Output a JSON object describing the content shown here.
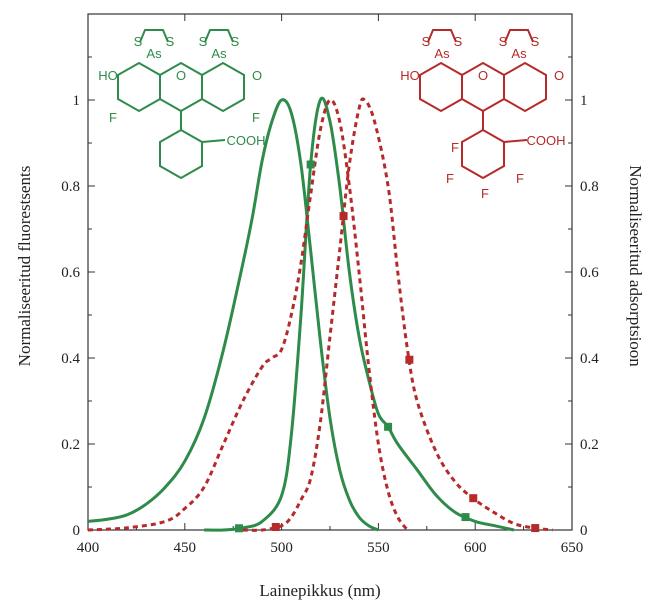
{
  "chart_data": {
    "type": "line",
    "title": "",
    "xlabel": "Lainepikkus (nm)",
    "ylabel_left": "Normaliseeritud fluorestsents",
    "ylabel_right": "Normaliseeritud adsorptsioon",
    "xlim": [
      400,
      650
    ],
    "ylim": [
      0,
      1.2
    ],
    "x_ticks": [
      400,
      450,
      500,
      550,
      600,
      650
    ],
    "y_ticks": [
      0,
      0.2,
      0.4,
      0.6,
      0.8,
      1
    ],
    "y_tick_labels": [
      "0",
      "0.2",
      "0.4",
      "0.6",
      "0.8",
      "1"
    ],
    "grid": false,
    "colors": {
      "green": "#2e8b4a",
      "red": "#b52a2a",
      "axis": "#333333"
    },
    "series": [
      {
        "style": "solid",
        "color": "green",
        "marker": "none",
        "points": [
          [
            400,
            0.02
          ],
          [
            410,
            0.025
          ],
          [
            420,
            0.035
          ],
          [
            430,
            0.06
          ],
          [
            440,
            0.1
          ],
          [
            450,
            0.16
          ],
          [
            460,
            0.26
          ],
          [
            470,
            0.42
          ],
          [
            480,
            0.62
          ],
          [
            485,
            0.73
          ],
          [
            490,
            0.86
          ],
          [
            495,
            0.95
          ],
          [
            500,
            1.0
          ],
          [
            505,
            0.97
          ],
          [
            510,
            0.85
          ],
          [
            515,
            0.65
          ],
          [
            520,
            0.44
          ],
          [
            525,
            0.26
          ],
          [
            530,
            0.14
          ],
          [
            535,
            0.07
          ],
          [
            540,
            0.03
          ],
          [
            545,
            0.01
          ],
          [
            550,
            0.0
          ]
        ]
      },
      {
        "style": "solid",
        "color": "green",
        "marker": "square",
        "points": [
          [
            460,
            0.0
          ],
          [
            470,
            0.0
          ],
          [
            480,
            0.005
          ],
          [
            490,
            0.02
          ],
          [
            500,
            0.08
          ],
          [
            505,
            0.22
          ],
          [
            510,
            0.5
          ],
          [
            515,
            0.85
          ],
          [
            520,
            1.0
          ],
          [
            525,
            0.95
          ],
          [
            530,
            0.8
          ],
          [
            535,
            0.6
          ],
          [
            540,
            0.45
          ],
          [
            545,
            0.35
          ],
          [
            550,
            0.27
          ],
          [
            555,
            0.24
          ],
          [
            560,
            0.2
          ],
          [
            570,
            0.14
          ],
          [
            580,
            0.08
          ],
          [
            590,
            0.04
          ],
          [
            600,
            0.02
          ],
          [
            610,
            0.01
          ],
          [
            620,
            0.0
          ]
        ],
        "marker_x": [
          478,
          515,
          555,
          595
        ]
      },
      {
        "style": "dashed",
        "color": "red",
        "marker": "none",
        "points": [
          [
            400,
            0.0
          ],
          [
            420,
            0.005
          ],
          [
            440,
            0.02
          ],
          [
            450,
            0.05
          ],
          [
            460,
            0.1
          ],
          [
            470,
            0.2
          ],
          [
            480,
            0.3
          ],
          [
            490,
            0.38
          ],
          [
            495,
            0.4
          ],
          [
            500,
            0.42
          ],
          [
            505,
            0.5
          ],
          [
            510,
            0.62
          ],
          [
            515,
            0.78
          ],
          [
            520,
            0.93
          ],
          [
            525,
            1.0
          ],
          [
            530,
            0.95
          ],
          [
            535,
            0.8
          ],
          [
            540,
            0.6
          ],
          [
            545,
            0.38
          ],
          [
            550,
            0.2
          ],
          [
            555,
            0.09
          ],
          [
            560,
            0.03
          ],
          [
            565,
            0.0
          ]
        ]
      },
      {
        "style": "dashed",
        "color": "red",
        "marker": "square",
        "points": [
          [
            480,
            0.0
          ],
          [
            490,
            0.0
          ],
          [
            500,
            0.01
          ],
          [
            505,
            0.03
          ],
          [
            510,
            0.07
          ],
          [
            515,
            0.12
          ],
          [
            520,
            0.25
          ],
          [
            525,
            0.45
          ],
          [
            530,
            0.65
          ],
          [
            535,
            0.85
          ],
          [
            540,
            0.98
          ],
          [
            543,
            1.0
          ],
          [
            548,
            0.95
          ],
          [
            555,
            0.8
          ],
          [
            560,
            0.6
          ],
          [
            565,
            0.42
          ],
          [
            570,
            0.3
          ],
          [
            580,
            0.18
          ],
          [
            590,
            0.11
          ],
          [
            600,
            0.07
          ],
          [
            610,
            0.04
          ],
          [
            620,
            0.015
          ],
          [
            630,
            0.005
          ],
          [
            640,
            0.0
          ]
        ],
        "marker_x": [
          497,
          532,
          566,
          599,
          631
        ]
      }
    ]
  },
  "molecules": {
    "left": {
      "color": "green",
      "labels": [
        "S",
        "S",
        "As",
        "S",
        "S",
        "As",
        "HO",
        "O",
        "O",
        "F",
        "F",
        "COOH"
      ]
    },
    "right": {
      "color": "red",
      "labels": [
        "S",
        "S",
        "As",
        "S",
        "S",
        "As",
        "HO",
        "O",
        "O",
        "F",
        "F",
        "F",
        "F",
        "COOH"
      ]
    }
  }
}
